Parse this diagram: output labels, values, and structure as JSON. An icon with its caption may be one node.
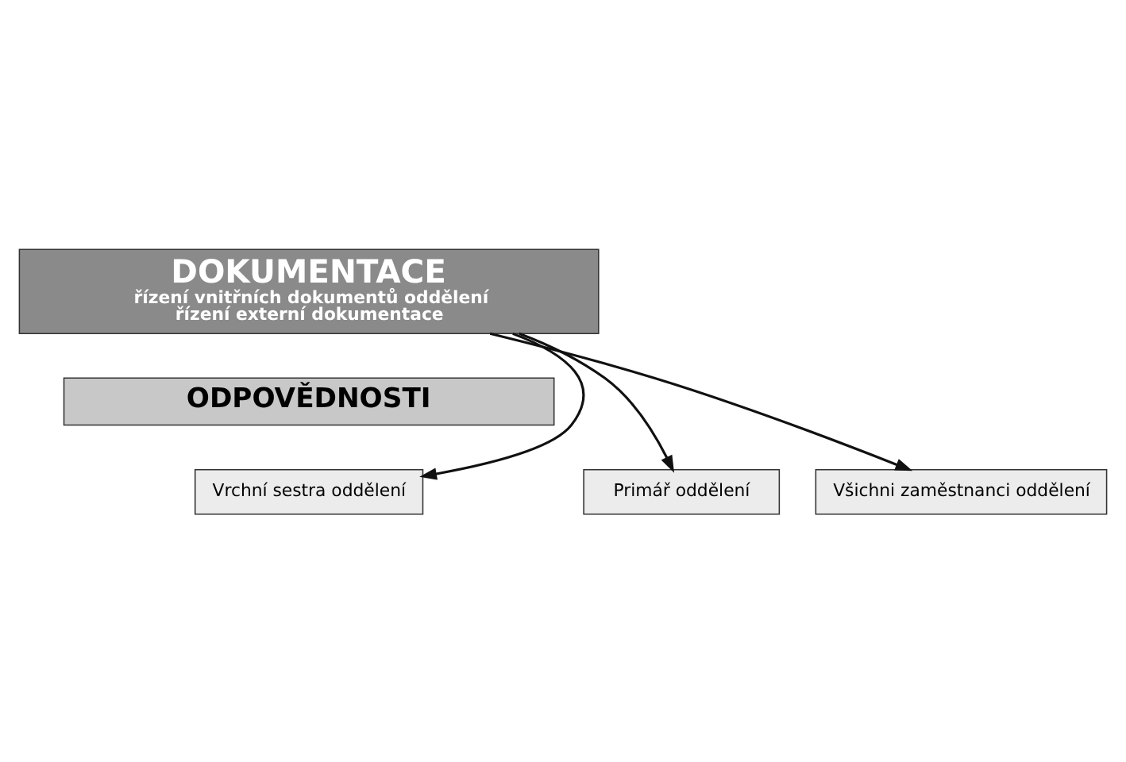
{
  "diagram": {
    "nodes": [
      {
        "text": [
          "DOKUMENTACE",
          "řízení vnitřních dokumentů oddělení",
          "řízení externí dokumentace"
        ]
      },
      {
        "text": [
          "ODPOVĚDNOSTI"
        ]
      },
      {
        "text": [
          "Primář oddělení"
        ]
      },
      {
        "text": [
          "Vrchní sestra oddělení"
        ]
      },
      {
        "text": [
          "Všichni zaměstnanci oddělení"
        ]
      }
    ],
    "edges": [
      {
        "from": 0,
        "to": 2,
        "arrow": "to"
      },
      {
        "from": 0,
        "to": 3,
        "arrow": "to"
      },
      {
        "from": 0,
        "to": 4,
        "arrow": "to"
      }
    ]
  }
}
